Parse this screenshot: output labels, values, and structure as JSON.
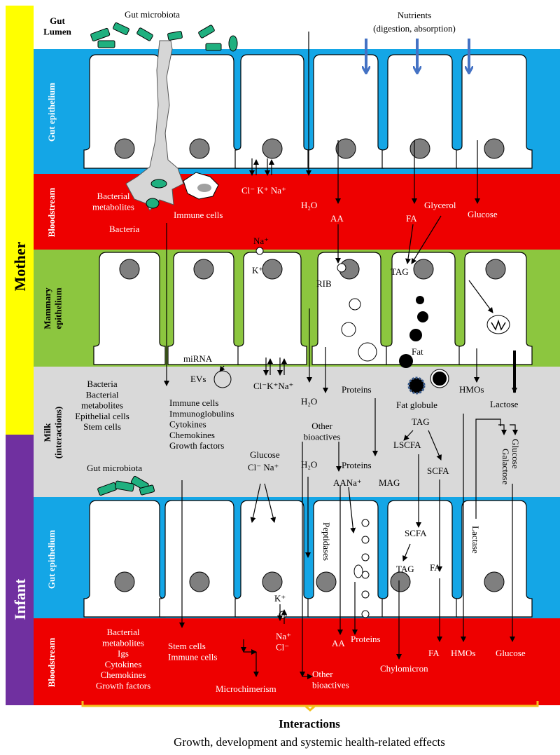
{
  "colors": {
    "lumen": "#ffffff",
    "epithelium": "#14a6e6",
    "bloodstream": "#ee0000",
    "mammary": "#8cc63f",
    "milk": "#d9d9d9",
    "mother_bar": "#ffff00",
    "infant_bar": "#7030a0",
    "cell": "#ffffff",
    "nucleus": "#7f7f7f",
    "arrow_blue": "#4472c4",
    "bracket": "#f2c01e",
    "microbe": "#1fb07f"
  },
  "side": {
    "mother": "Mother",
    "infant": "Infant"
  },
  "bands": {
    "gut_lumen": "Gut\nLumen",
    "gut_epithelium_mother": "Gut epithelium",
    "bloodstream_mother": "Bloodstream",
    "mammary_epithelium": "Mammary\nepithelium",
    "milk": "Milk\n(interactions)",
    "gut_epithelium_infant": "Gut epithelium",
    "bloodstream_infant": "Bloodstream"
  },
  "labels": {
    "gut_microbiota_top": "Gut microbiota",
    "nutrients": "Nutrients",
    "nutrients_sub": "(digestion, absorption)",
    "bacterial_metabolites_m": "Bacterial\nmetabolites",
    "bacteria_m": "Bacteria",
    "immune_cells_m": "Immune cells",
    "ions_m": "Cl⁻ K⁺ Na⁺",
    "h2o_m": "H₂O",
    "aa_m": "AA",
    "fa_m": "FA",
    "glycerol": "Glycerol",
    "glucose_m": "Glucose",
    "na_pump": "Na⁺",
    "k_pump": "K⁺",
    "rib": "RIB",
    "tag_mammary": "TAG",
    "fat": "Fat",
    "mirna": "miRNA",
    "evs": "EVs",
    "milk_list_1": "Bacteria\nBacterial\nmetabolites\nEpithelial cells\nStem cells",
    "milk_list_2": "Immune cells\nImmunoglobulins\nCytokines\nChemokines\nGrowth factors",
    "ions_milk": "Cl⁻K⁺Na⁺",
    "h2o_milk": "H₂O",
    "proteins_milk": "Proteins",
    "fat_globule": "Fat globule",
    "hmos_milk": "HMOs",
    "lactose": "Lactose",
    "other_bioactives_milk": "Other\nbioactives",
    "tag_milk": "TAG",
    "lscfa": "LSCFA",
    "scfa_milk": "SCFA",
    "galactose": "Galactose",
    "glucose_milk": "Glucose",
    "gut_microbiota_infant": "Gut microbiota",
    "glucose_infant_in": "Glucose",
    "cl_na_infant": "Cl⁻  Na⁺",
    "h2o_infant": "H₂O",
    "proteins_infant": "Proteins",
    "aa_na": "AANa⁺",
    "mag": "MAG",
    "peptidases": "Peptidases",
    "scfa_infant": "SCFA",
    "tag_infant": "TAG",
    "fa_infant": "FA",
    "lactase": "Lactase",
    "k_infant": "K⁺",
    "na_cl_infant": "Na⁺\nCl⁻",
    "bacterial_list_infant": "Bacterial\nmetabolites\nIgs\nCytokines\nChemokines\nGrowth factors",
    "stem_immune_infant": "Stem cells\nImmune cells",
    "microchimerism": "Microchimerism",
    "aa_infant": "AA",
    "proteins_blood": "Proteins",
    "other_bioactives_blood": "Other\nbioactives",
    "chylomicron": "Chylomicron",
    "fa_blood": "FA",
    "hmos_blood": "HMOs",
    "glucose_blood": "Glucose"
  },
  "footer": {
    "title": "Interactions",
    "subtitle": "Growth, development and systemic health-related effects"
  }
}
